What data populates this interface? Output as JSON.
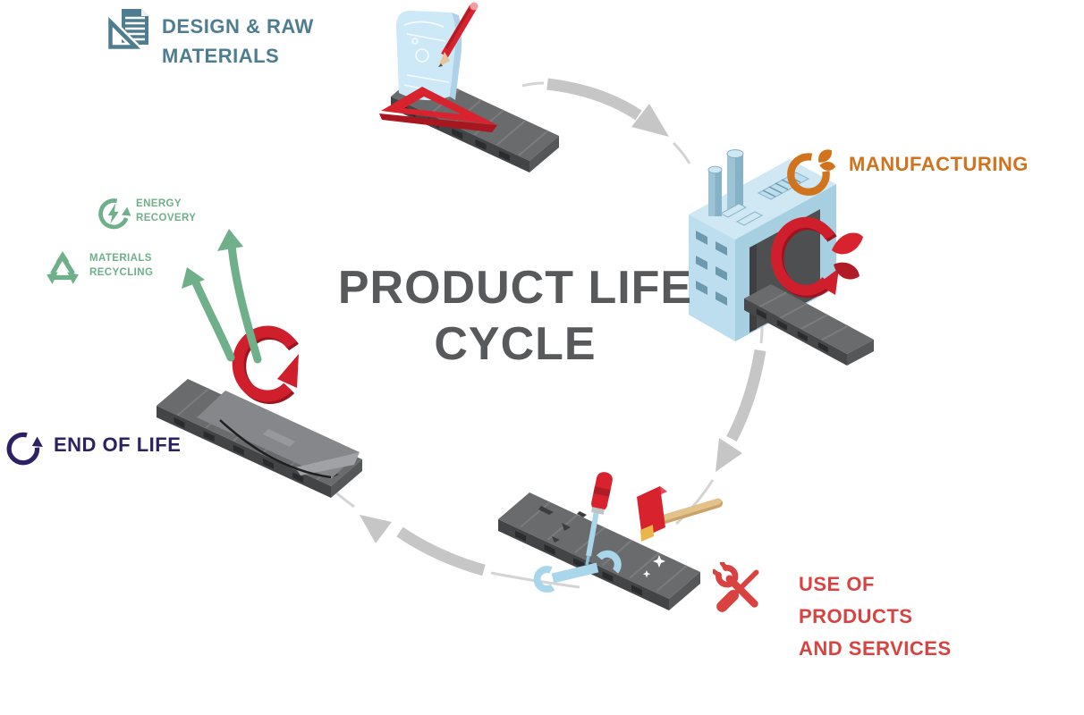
{
  "title": {
    "line1": "PRODUCT",
    "line2": "LIFE CYCLE"
  },
  "stages": {
    "design": {
      "line1": "DESIGN & RAW",
      "line2": "MATERIALS",
      "color": "#4e7d92",
      "icon": "set-square-document-icon"
    },
    "manufacturing": {
      "line1": "MANUFACTURING",
      "color": "#d1731c",
      "icon": "leaf-circle-icon"
    },
    "use": {
      "line1": "USE OF",
      "line2": "PRODUCTS",
      "line3": "AND SERVICES",
      "color": "#d84341",
      "icon": "crossed-tools-icon"
    },
    "end_of_life": {
      "line1": "END OF LIFE",
      "color": "#2e2163",
      "icon": "loop-arrow-icon"
    }
  },
  "recovery": {
    "energy": {
      "line1": "ENERGY",
      "line2": "RECOVERY",
      "color": "#6fb08a",
      "icon": "energy-recovery-icon"
    },
    "materials": {
      "line1": "MATERIALS",
      "line2": "RECYCLING",
      "color": "#6fb08a",
      "icon": "recycle-icon"
    }
  },
  "colors": {
    "cycle_arrows": "#c6c6c6",
    "platform_gray": "#6a6b6d",
    "accent_red": "#cf1f2d",
    "factory_blue": "#bcdeee",
    "title_gray": "#58595b"
  }
}
